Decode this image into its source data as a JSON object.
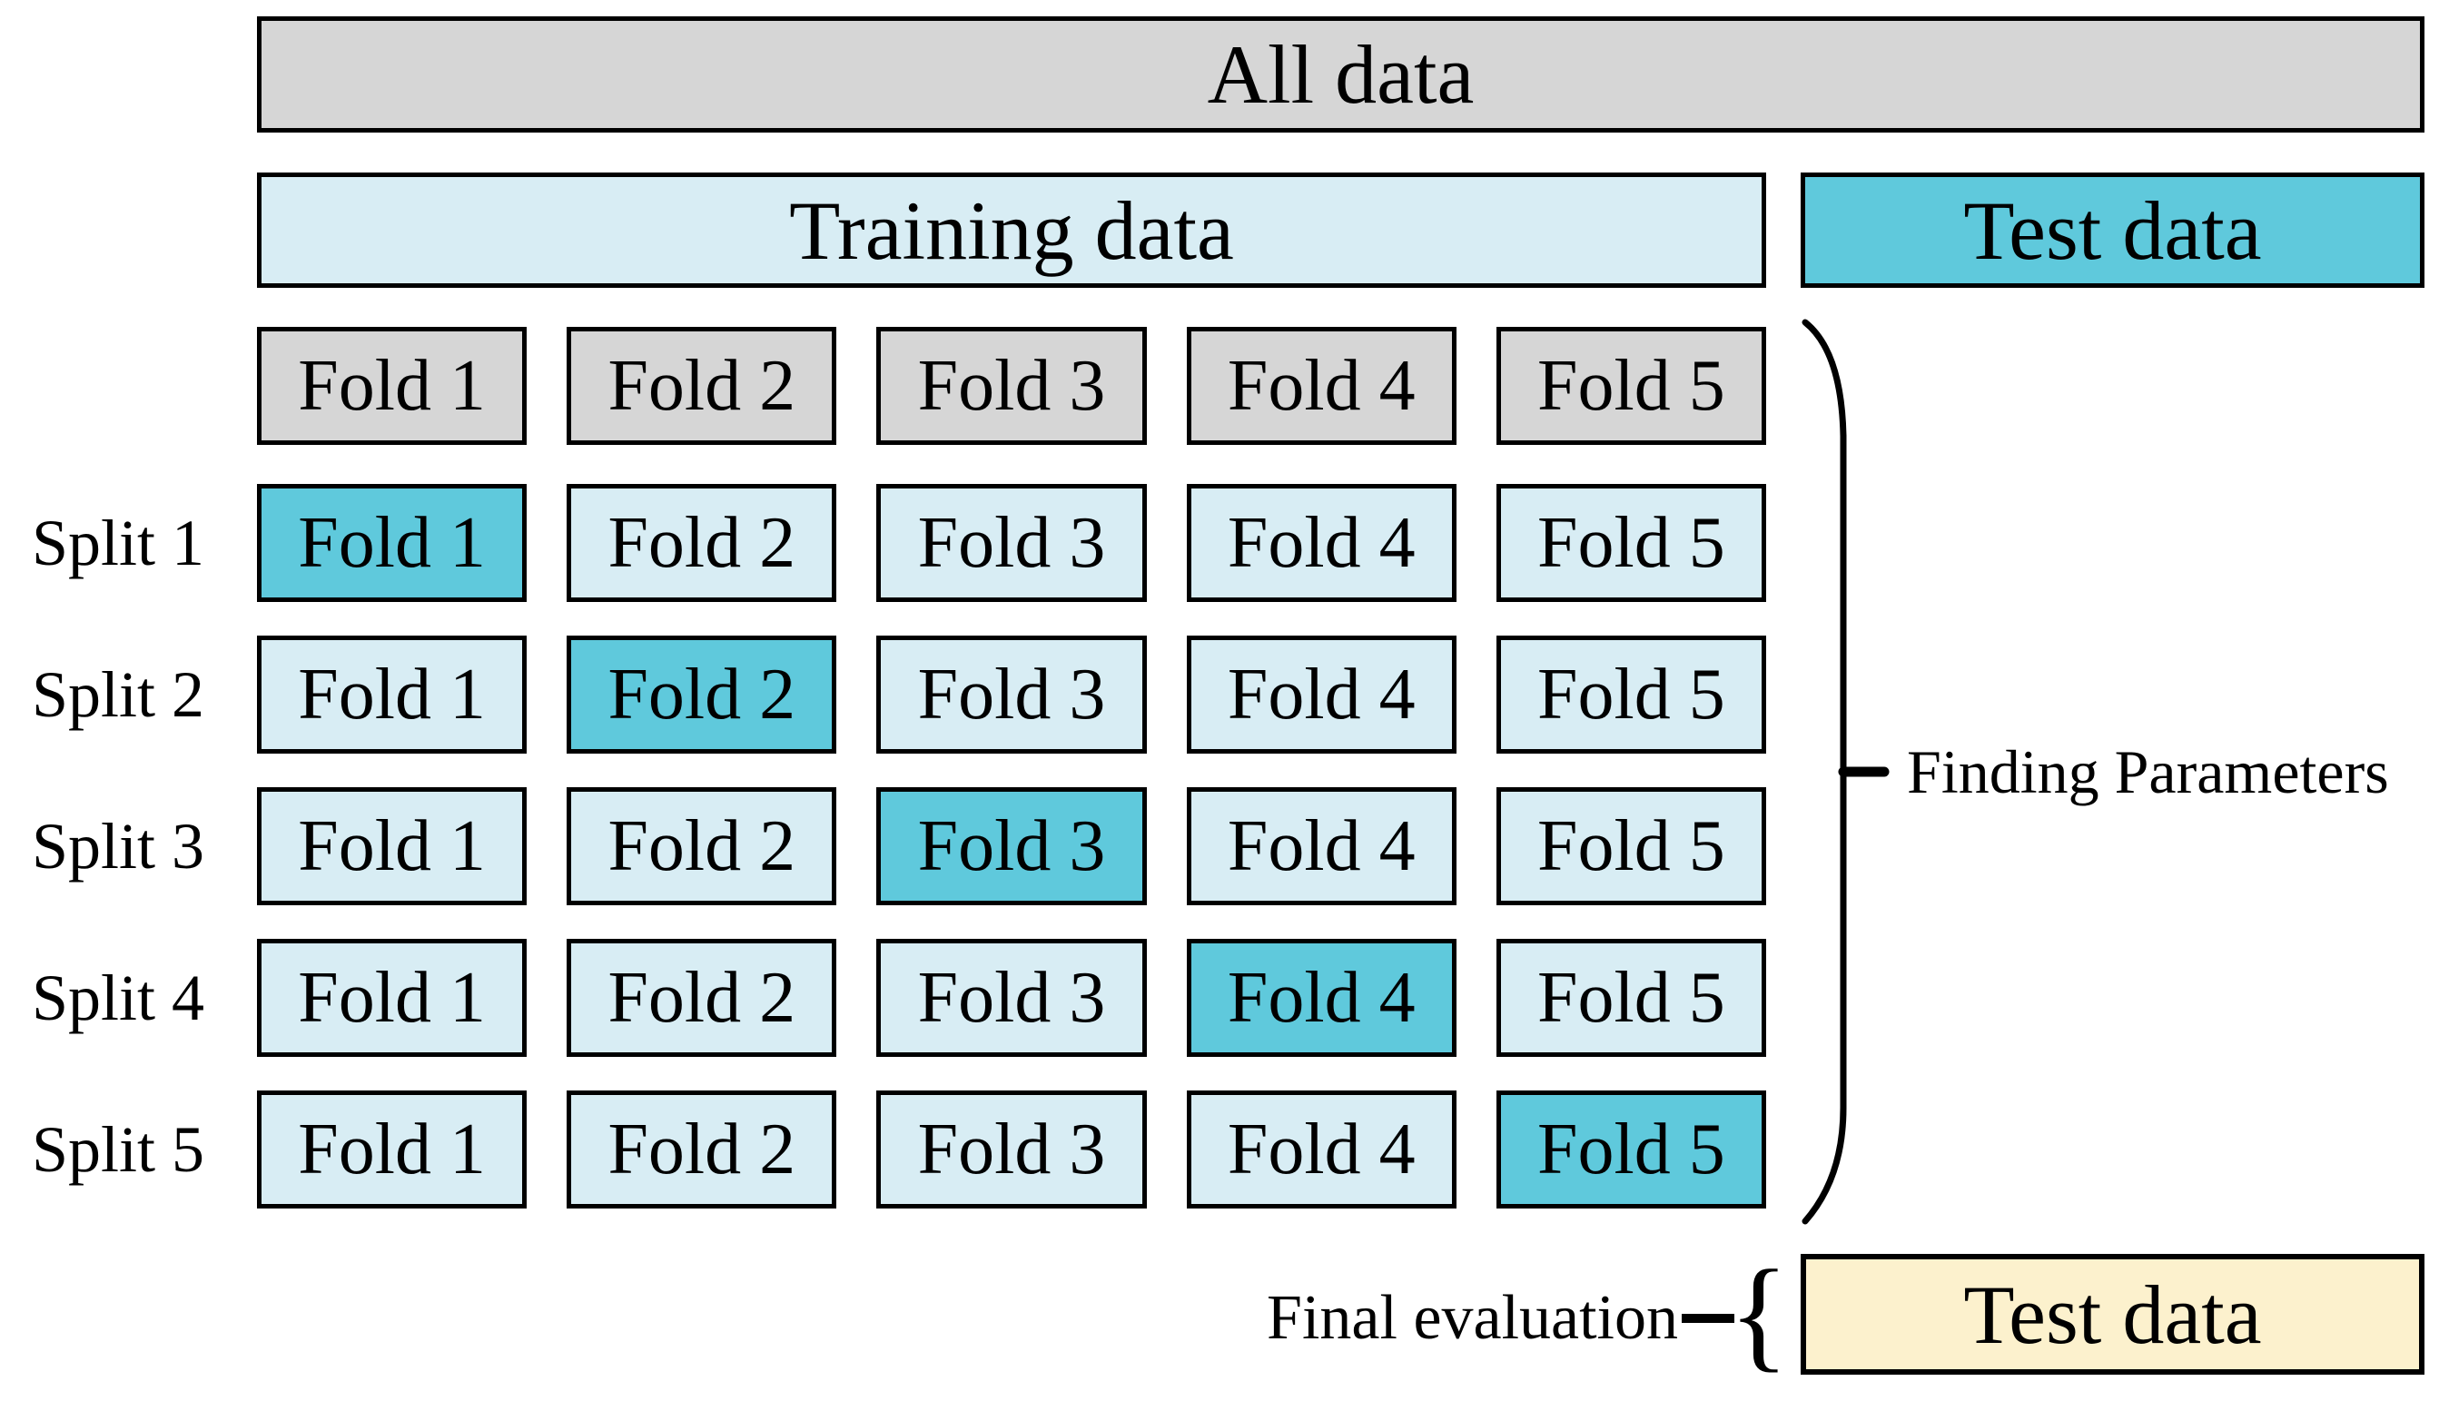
{
  "colors": {
    "box-gray": "#d6d6d6",
    "training-blue": "#d8edf4",
    "test-cyan": "#5fc9dc",
    "final-cream": "#fcf1cd",
    "line": "#000000"
  },
  "top": {
    "all_data": "All data",
    "training": "Training data",
    "test": "Test data"
  },
  "folds": {
    "headers": [
      "Fold 1",
      "Fold 2",
      "Fold 3",
      "Fold 4",
      "Fold 5"
    ]
  },
  "splits": [
    {
      "label": "Split 1",
      "cells": [
        "Fold 1",
        "Fold 2",
        "Fold 3",
        "Fold 4",
        "Fold 5"
      ],
      "test_fold": "Fold 1"
    },
    {
      "label": "Split 2",
      "cells": [
        "Fold 1",
        "Fold 2",
        "Fold 3",
        "Fold 4",
        "Fold 5"
      ],
      "test_fold": "Fold 2"
    },
    {
      "label": "Split 3",
      "cells": [
        "Fold 1",
        "Fold 2",
        "Fold 3",
        "Fold 4",
        "Fold 5"
      ],
      "test_fold": "Fold 3"
    },
    {
      "label": "Split 4",
      "cells": [
        "Fold 1",
        "Fold 2",
        "Fold 3",
        "Fold 4",
        "Fold 5"
      ],
      "test_fold": "Fold 4"
    },
    {
      "label": "Split 5",
      "cells": [
        "Fold 1",
        "Fold 2",
        "Fold 3",
        "Fold 4",
        "Fold 5"
      ],
      "test_fold": "Fold 5"
    }
  ],
  "annotations": {
    "finding_parameters": "Finding Parameters",
    "final_evaluation": "Final evaluation",
    "final_test": "Test data"
  },
  "icons": {
    "left_curly_brace": "{"
  }
}
